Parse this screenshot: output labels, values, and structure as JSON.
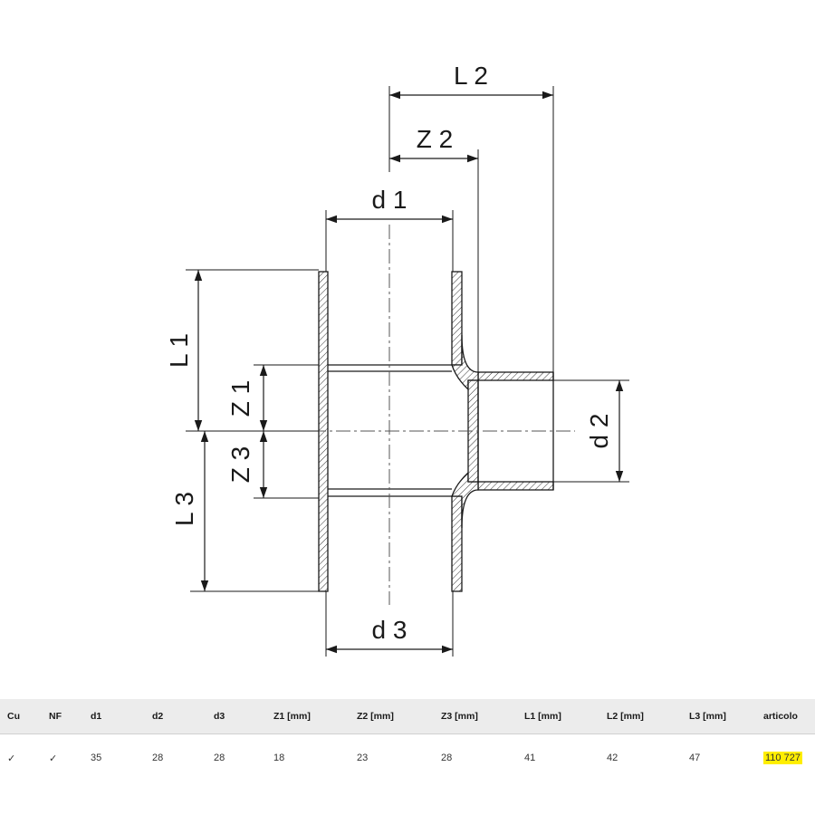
{
  "dimensions": {
    "L2": "L 2",
    "Z2": "Z 2",
    "d1": "d 1",
    "L1": "L 1",
    "Z1": "Z 1",
    "Z3": "Z 3",
    "L3": "L 3",
    "d2": "d 2",
    "d3": "d 3"
  },
  "table": {
    "headers": [
      "Cu",
      "NF",
      "d1",
      "d2",
      "d3",
      "Z1 [mm]",
      "Z2 [mm]",
      "Z3 [mm]",
      "L1 [mm]",
      "L2 [mm]",
      "L3 [mm]",
      "articolo"
    ],
    "row": [
      "✓",
      "✓",
      "35",
      "28",
      "28",
      "18",
      "23",
      "28",
      "41",
      "42",
      "47",
      "110 727"
    ]
  },
  "colors": {
    "article_highlight": "#ffee00",
    "header_bg": "#ececec"
  }
}
